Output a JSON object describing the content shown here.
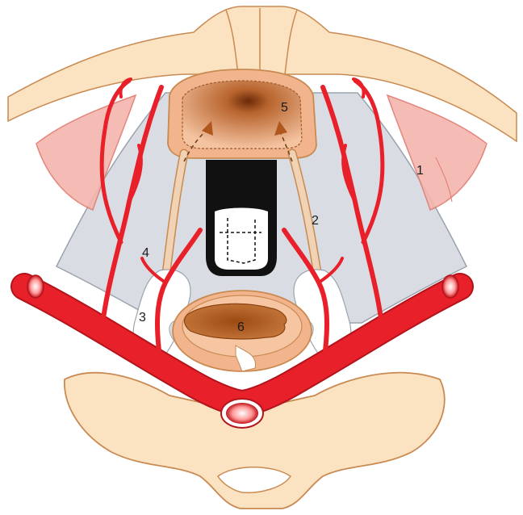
{
  "diagram": {
    "labels": [
      {
        "id": "label-1",
        "text": "1"
      },
      {
        "id": "label-2",
        "text": "2"
      },
      {
        "id": "label-3",
        "text": "3"
      },
      {
        "id": "label-4",
        "text": "4"
      },
      {
        "id": "label-5",
        "text": "5"
      },
      {
        "id": "label-6",
        "text": "6"
      }
    ]
  },
  "colors": {
    "bone": "#fbe3c2",
    "bone_outline": "#c98a52",
    "artery": "#e8202a",
    "artery_dark": "#b3141c",
    "fascia": "#d9dde3",
    "muscle": "#f3b5ad",
    "organ_outer": "#f1b48c",
    "organ_inner": "#c4692e",
    "catheter": "#efd3b4",
    "black": "#111111"
  }
}
